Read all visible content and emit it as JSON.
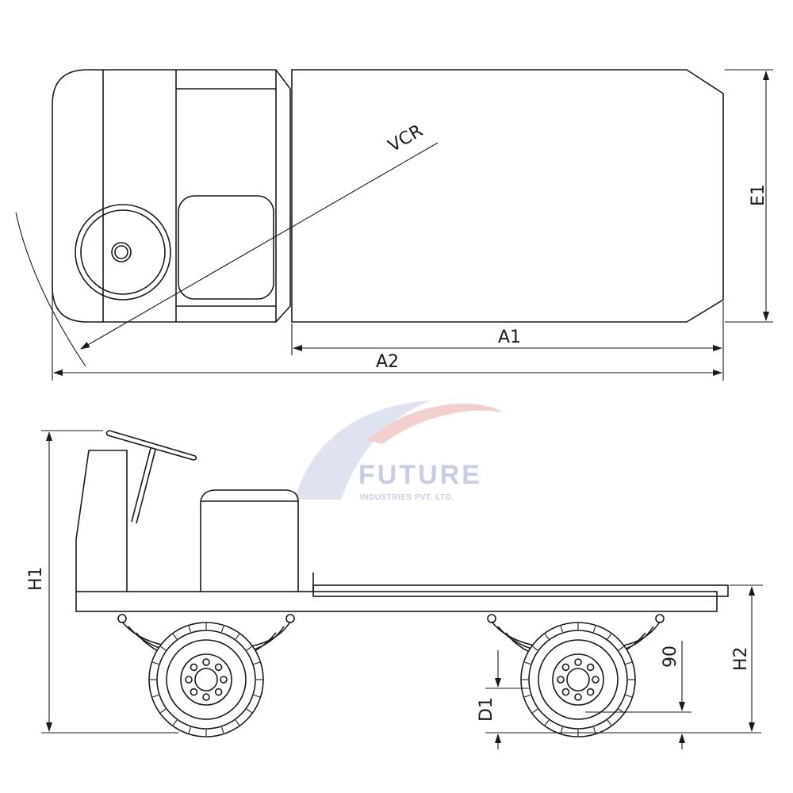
{
  "drawing": {
    "top_view": {
      "overall_length_label": "A2",
      "deck_length_label": "A1",
      "width_label": "E1",
      "turning_radius_label": "VCR"
    },
    "side_view": {
      "overall_height_label": "H1",
      "deck_height_label": "H2",
      "wheel_dia_label": "D1",
      "ground_clearance_label": "90"
    }
  },
  "watermark": {
    "company": "FUTURE",
    "subtitle": "INDUSTRIES PVT. LTD.",
    "colors": {
      "text": "#c7cde3",
      "swoosh_red": "#f0c4c4",
      "swoosh_blue": "#cfd4ea"
    }
  }
}
